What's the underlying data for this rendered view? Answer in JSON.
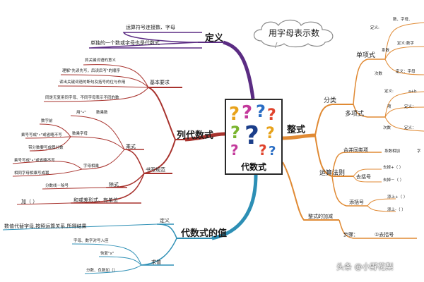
{
  "center": {
    "title": "代数式"
  },
  "cloud": {
    "text": "用字母表示数"
  },
  "colors": {
    "purple": "#5b2c83",
    "red": "#a8332e",
    "blue": "#2d8fb5",
    "orange": "#e08a34"
  },
  "definition": {
    "title": "定义",
    "line1": "运算符号连接数、字母",
    "line2": "单独的一个数或字母也是代数式"
  },
  "writing": {
    "title": "列代数式",
    "basic": {
      "title": "基本要求",
      "items": [
        "抓关键词语的意义",
        "理解\"先读先写，后读后写\"的顺序",
        "读出关键词语的断句及括号的位与作用",
        "同是无复用同字母、不同字母表示不同的数"
      ]
    },
    "rules": {
      "title": "书写规范",
      "mult": {
        "title": "乘式",
        "dot": "用\"•\"",
        "numnum": "数乘数",
        "numletter": "数乘字母",
        "omit_front": "数字前",
        "sign_note": "乘号写成\"•\"或省略不写",
        "mixed": "带分数要写成假分数",
        "letterletter": "字母相乘",
        "sign_note2": "乘号写成\"•\"或省略不写",
        "same_letter": "相同字母相乘写成幂"
      },
      "div": {
        "title": "除式",
        "note": "分数线－除号"
      },
      "sum": {
        "title": "和或差形式、有单位",
        "paren": "加（ ）"
      }
    }
  },
  "value": {
    "title": "代数式的值",
    "def": {
      "title": "定义",
      "text": "数值代替字母,按照运算关系,所得结果"
    },
    "eval": {
      "title": "求值",
      "step1": "字母、数字对号入座",
      "step2": "恢复\"x\"",
      "step3": "分数、负数加（）"
    }
  },
  "integral": {
    "title": "整式",
    "classify": {
      "title": "分类",
      "mono": {
        "title": "单项式",
        "def": "定义:",
        "def_items": "数、字母、",
        "coef": "系数",
        "coef_def": "定义:数字",
        "degree": "次数",
        "degree_def": "定义：字母"
      },
      "poly": {
        "title": "多项式",
        "def": "定义:",
        "def_val": "a+b",
        "term": "项",
        "term_def": "定义：",
        "degree": "次数",
        "degree_def": "定义："
      }
    },
    "ops": {
      "title": "运算法则",
      "combine": "合并同类项",
      "coef_add": "系数相加",
      "coef_add_tail": "字",
      "remove": {
        "title": "去括号",
        "r1": "去掉+（ ）",
        "r2": "去掉－（ ）"
      },
      "add": {
        "title": "添括号",
        "r1": "添上+（ ）",
        "r2": "添上-（ ）"
      }
    },
    "addsub": {
      "title": "整式的加减",
      "steps": "步骤：",
      "step1": "①去括号"
    }
  },
  "watermark": "头条 @小野花梨"
}
